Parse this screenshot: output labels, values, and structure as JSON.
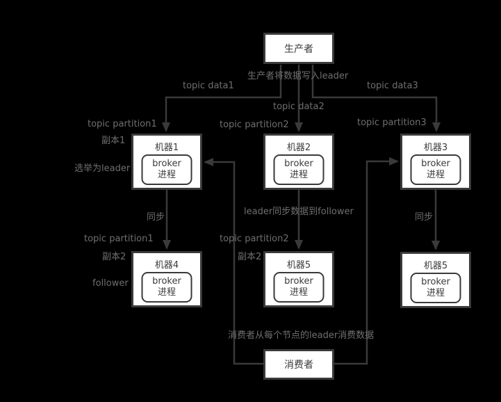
{
  "colors": {
    "background": "#000000",
    "box_fill": "#ffffff",
    "box_border": "#3a3a3a",
    "line": "#3a3a3a",
    "box_text": "#3a3a3a",
    "label_text": "#6f6f6f"
  },
  "nodes": {
    "producer": "生产者",
    "consumer": "消费者",
    "broker_line1": "broker",
    "broker_line2": "进程",
    "machines": [
      {
        "title": "机器1"
      },
      {
        "title": "机器2"
      },
      {
        "title": "机器3"
      },
      {
        "title": "机器4"
      },
      {
        "title": "机器5"
      },
      {
        "title": "机器5"
      }
    ]
  },
  "edge_labels": {
    "producer_write": "生产者将数据写入leader",
    "topic_data1": "topic data1",
    "topic_data2": "topic data2",
    "topic_data3": "topic data3",
    "topic_partition1_top": "topic partition1",
    "topic_partition2_top": "topic partition2",
    "topic_partition3_top": "topic partition3",
    "replica1": "副本1",
    "elected_leader": "选举为leader",
    "sync_left": "同步",
    "sync_right": "同步",
    "leader_sync": "leader同步数据到follower",
    "topic_partition1_bottom": "topic partition1",
    "topic_partition2_bottom": "topic partition2",
    "replica2_left": "副本2",
    "replica2_mid": "副本2",
    "follower": "follower",
    "consumer_read": "消费者从每个节点的leader消费数据"
  }
}
